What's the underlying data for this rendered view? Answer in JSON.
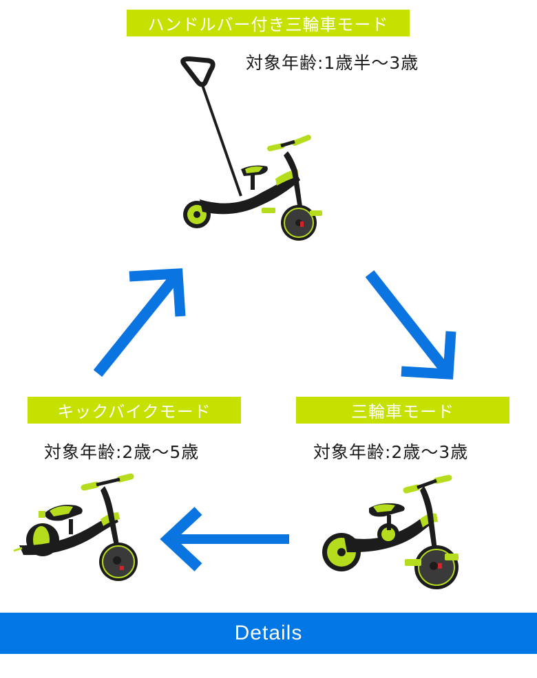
{
  "modes": {
    "handlebar_tricycle": {
      "label": "ハンドルバー付き三輪車モード",
      "age": "対象年齢:1歳半～3歳",
      "image_alt": "handlebar-tricycle-image"
    },
    "kick_bike": {
      "label": "キックバイクモード",
      "age": "対象年齢:2歳～5歳",
      "image_alt": "kick-bike-image"
    },
    "tricycle": {
      "label": "三輪車モード",
      "age": "対象年齢:2歳～3歳",
      "image_alt": "tricycle-image"
    }
  },
  "arrows": {
    "kick_to_handlebar": "arrow-up-right",
    "handlebar_to_tricycle": "arrow-down-right",
    "tricycle_to_kick": "arrow-left"
  },
  "details_button": {
    "label": "Details"
  },
  "colors": {
    "label_bg": "#c6e100",
    "accent_blue": "#0077e4",
    "arrow_blue": "#0a74e0",
    "bike_lime": "#b5dd1e",
    "bike_black": "#1c1c1c"
  }
}
